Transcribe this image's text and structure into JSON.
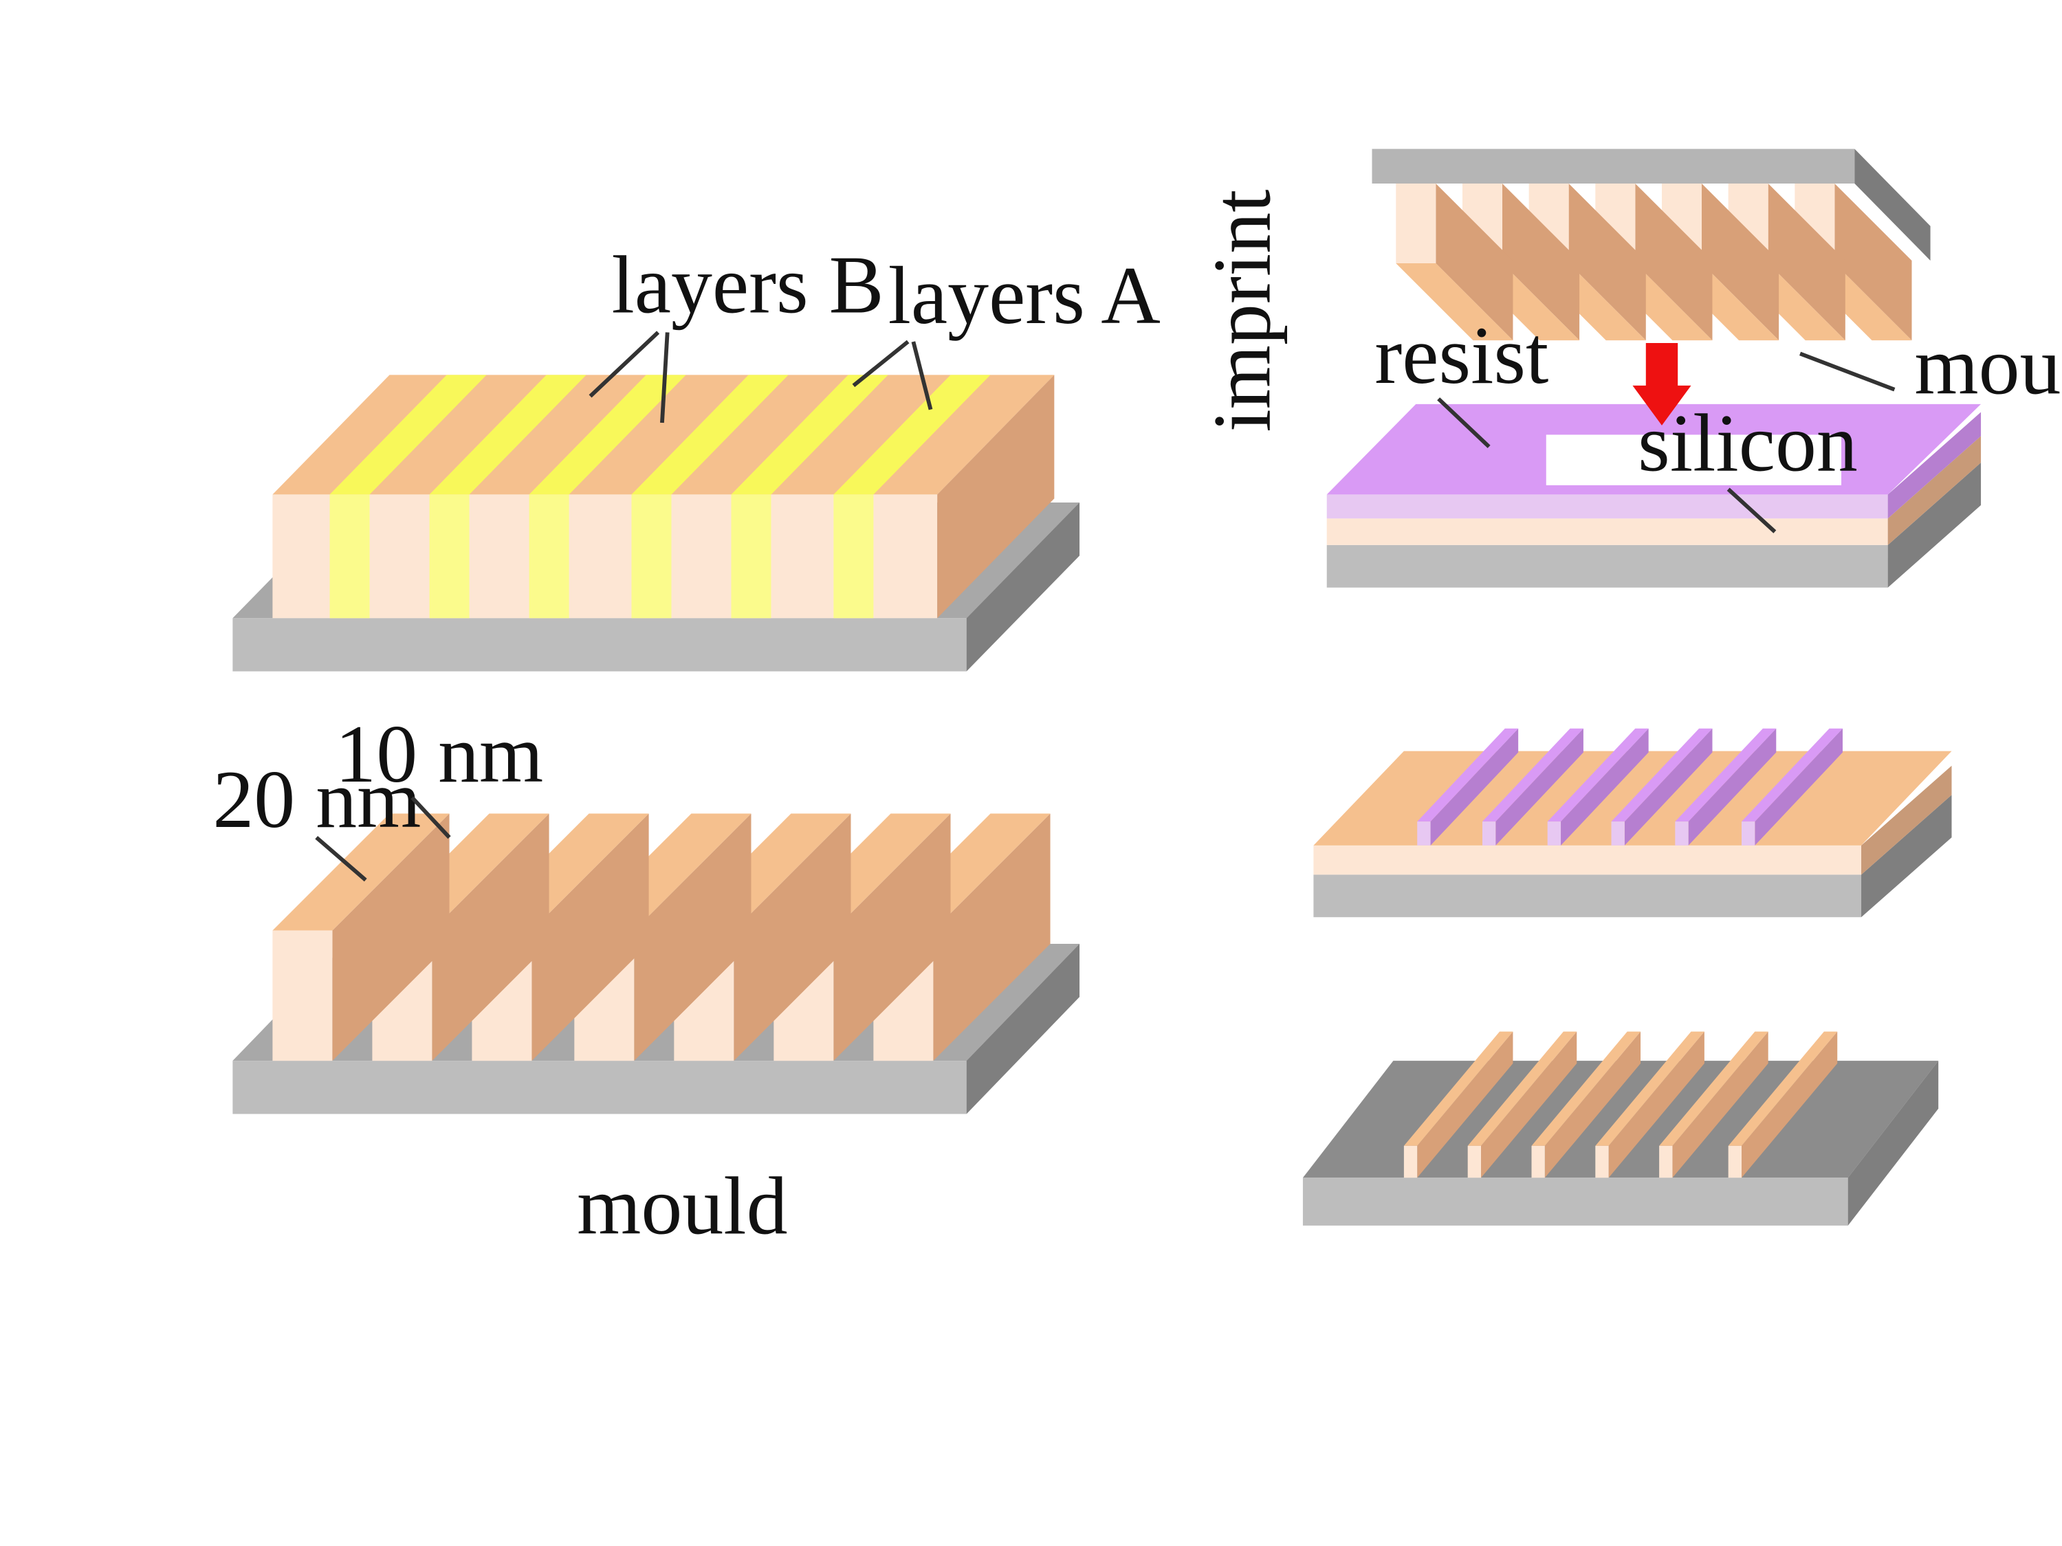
{
  "labels": {
    "layers_b": "layers B",
    "layers_a": "layers A",
    "dim_10": "10 nm",
    "dim_20": "20 nm",
    "mould_bottom": "mould",
    "imprint": "imprint",
    "resist": "resist",
    "mould_right": "mould",
    "silicon": "silicon"
  },
  "colors": {
    "substrate_top": "#a8a8a8",
    "substrate_front": "#bdbdbd",
    "substrate_side": "#7f7f7f",
    "substrate_dark_top": "#8c8c8c",
    "layer_a_top": "#f5c08e",
    "layer_a_front": "#fde6d4",
    "layer_a_side": "#d8a078",
    "layer_b": "#f8f85a",
    "layer_b_front": "#fbfb8c",
    "resist_top": "#d99af5",
    "resist_front": "#e7c8f2",
    "resist_side": "#b67fd0",
    "arrow": "#ee1111"
  }
}
